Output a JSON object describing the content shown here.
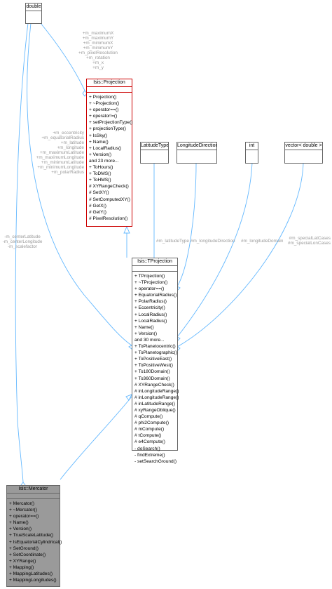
{
  "classes": {
    "double": {
      "title": "double"
    },
    "projection": {
      "title": "Isis::Projection",
      "methods": [
        "+ Projection()",
        "+ ~Projection()",
        "+ operator==()",
        "+ operator!=()",
        "+ setProjectionType()",
        "+ projectionType()",
        "+ IsSky()",
        "+ Name()",
        "+ LocalRadius()",
        "+ Version()",
        "  and 23 more...",
        "+ ToHours()",
        "+ ToDMS()",
        "+ ToHMS()",
        "# XYRangeCheck()",
        "# SetXY()",
        "# SetComputedXY()",
        "# GetX()",
        "# GetY()",
        "# PixelResolution()"
      ]
    },
    "latitude_type": {
      "title": "LatitudeType"
    },
    "longitude_direction": {
      "title": "LongitudeDirection"
    },
    "int": {
      "title": "int"
    },
    "vector_double": {
      "title": "vector< double >"
    },
    "tprojection": {
      "title": "Isis::TProjection",
      "methods": [
        "+ TProjection()",
        "+ ~TProjection()",
        "+ operator==()",
        "+ EquatorialRadius()",
        "+ PolarRadius()",
        "+ Eccentricity()",
        "+ LocalRadius()",
        "+ LocalRadius()",
        "+ Name()",
        "+ Version()",
        "  and 30 more...",
        "+ ToPlanetocentric()",
        "+ ToPlanetographic()",
        "+ ToPositiveEast()",
        "+ ToPositiveWest()",
        "+ To180Domain()",
        "+ To360Domain()",
        "# XYRangeCheck()",
        "# inLongitudeRange()",
        "# inLongitudeRange()",
        "# inLatitudeRange()",
        "# xyRangeOblique()",
        "# qCompute()",
        "# phi2Compute()",
        "# mCompute()",
        "# tCompute()",
        "# e4Compute()",
        "- doSearch()",
        "- findExtreme()",
        "- setSearchGround()"
      ]
    },
    "mercator": {
      "title": "Isis::Mercator",
      "methods": [
        "+ Mercator()",
        "+ ~Mercator()",
        "+ operator==()",
        "+ Name()",
        "+ Version()",
        "+ TrueScaleLatitude()",
        "+ IsEquatorialCylindrical()",
        "+ SetGround()",
        "+ SetCoordinate()",
        "+ XYRange()",
        "+ Mapping()",
        "+ MappingLatitudes()",
        "+ MappingLongitudes()"
      ]
    }
  },
  "edge_labels": {
    "double_to_projection": [
      "+m_maximumX",
      "+m_maximumY",
      "+m_minimumX",
      "+m_minimumY",
      "+m_pixelResolution",
      "+m_rotation",
      "+m_x",
      "+m_y"
    ],
    "double_to_tprojection": [
      "+m_eccentricity",
      "+m_equatorialRadius",
      "+m_latitude",
      "+m_longitude",
      "+m_maximumLatitude",
      "+m_maximumLongitude",
      "+m_minimumLatitude",
      "+m_minimumLongitude",
      "+m_polarRadius"
    ],
    "double_to_mercator": [
      "-m_centerLatitude",
      "-m_centerLongitude",
      "-m_scalefactor"
    ],
    "latitude_type": [
      "#m_latitudeType"
    ],
    "longitude_direction": [
      "#m_longitudeDirection"
    ],
    "int": [
      "#m_longitudeDomain"
    ],
    "vector_double": [
      "#m_specialLatCases",
      "#m_specialLonCases"
    ]
  },
  "colors": {
    "edge": "#63b8ff",
    "projection_border": "#cc0000",
    "mercator_fill": "#9a9a9a"
  }
}
